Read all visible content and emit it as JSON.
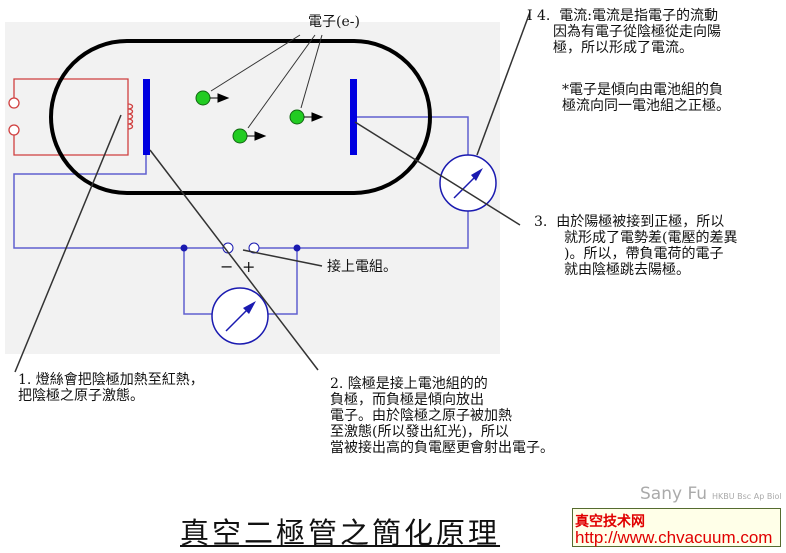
{
  "labels": {
    "electron": "電子(e-)",
    "battery": "接上電組。",
    "minus": "−",
    "plus": "+"
  },
  "notes": {
    "note1": [
      "1. 燈絲會把陰極加熱至紅熱，",
      "把陰極之原子激態。"
    ],
    "note2": [
      "2. 陰極是接上電池組的的",
      "負極，而負極是傾向放出",
      "電子。由於陰極之原子被加熱",
      "至激態(所以發出紅光)，所以",
      "當被接出高的負電壓更會射出電子。"
    ],
    "note3": [
      "3.  由於陽極被接到正極，所以",
      "就形成了電勢差(電壓的差異",
      ")。所以，帶負電荷的電子",
      "就由陰極跳去陽極。"
    ],
    "note4": [
      "I 4.  電流:電流是指電子的流動",
      "因為有電子從陰極從走向陽",
      "極，所以形成了電流。"
    ],
    "note4b": [
      "*電子是傾向由電池組的負",
      "極流向同一電池組之正極。"
    ]
  },
  "title": "真空二極管之簡化原理",
  "badge": {
    "name": "真空技术网",
    "url": "http://www.chvacuum.com",
    "watermark1": "Sany Fu",
    "watermark2": "HKBU Bsc Ap Biol"
  },
  "colors": {
    "wire": "#5a5ad0",
    "electrode": "#0000e0",
    "filament": "#d04040",
    "electron": "#22cc22"
  }
}
